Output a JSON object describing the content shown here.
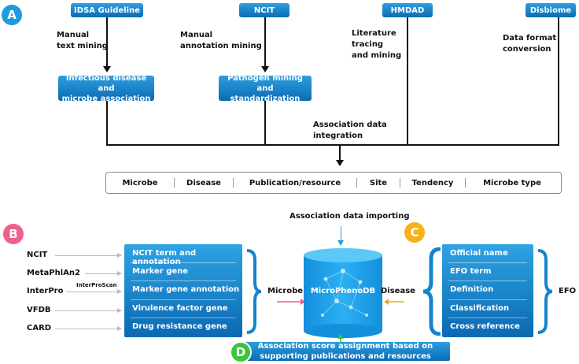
{
  "colors": {
    "a_badge": "#1e9be0",
    "b_badge": "#ef5f8a",
    "c_badge": "#f7b21a",
    "d_badge": "#3cc43c",
    "box_blue": "#1584cc",
    "db_blue": "#1da0ea"
  },
  "badges": {
    "a": "A",
    "b": "B",
    "c": "C",
    "d": "D"
  },
  "sources": {
    "idsa": "IDSA Guideline",
    "ncit": "NCIT",
    "hmdad": "HMDAD",
    "disbiome": "Disbiome"
  },
  "steps": {
    "manual_text_1": "Manual",
    "manual_text_2": "text mining",
    "manual_annot_1": "Manual",
    "manual_annot_2": "annotation mining",
    "lit_1": "Literature",
    "lit_2": "tracing",
    "lit_3": "and mining",
    "format_1": "Data format",
    "format_2": "conversion"
  },
  "intermediate": {
    "infectious_1": "Infectious disease and",
    "infectious_2": "microbe association",
    "pathogen_1": "Pathogen mining and",
    "pathogen_2": "standardization"
  },
  "integration": {
    "line1": "Association data",
    "line2": "integration"
  },
  "attributes": [
    "Microbe",
    "Disease",
    "Publication/resource",
    "Site",
    "Tendency",
    "Microbe type"
  ],
  "importing": "Association data importing",
  "microbe_sources": [
    "NCIT",
    "MetaPhlAn2",
    "InterPro",
    "VFDB",
    "CARD"
  ],
  "interproscan": "InterProScan",
  "microbe_fields": [
    "NCIT term and annotation",
    "Marker gene",
    "Marker gene annotation",
    "Virulence factor gene",
    "Drug resistance gene"
  ],
  "microbe_label": "Microbe",
  "disease_label": "Disease",
  "db_name": "MicroPhenoDB",
  "disease_fields": [
    "Official name",
    "EFO term",
    "Definition",
    "Classification",
    "Cross reference"
  ],
  "efo": "EFO",
  "score_1": "Association score assignment based on",
  "score_2": "supporting publications and resources"
}
